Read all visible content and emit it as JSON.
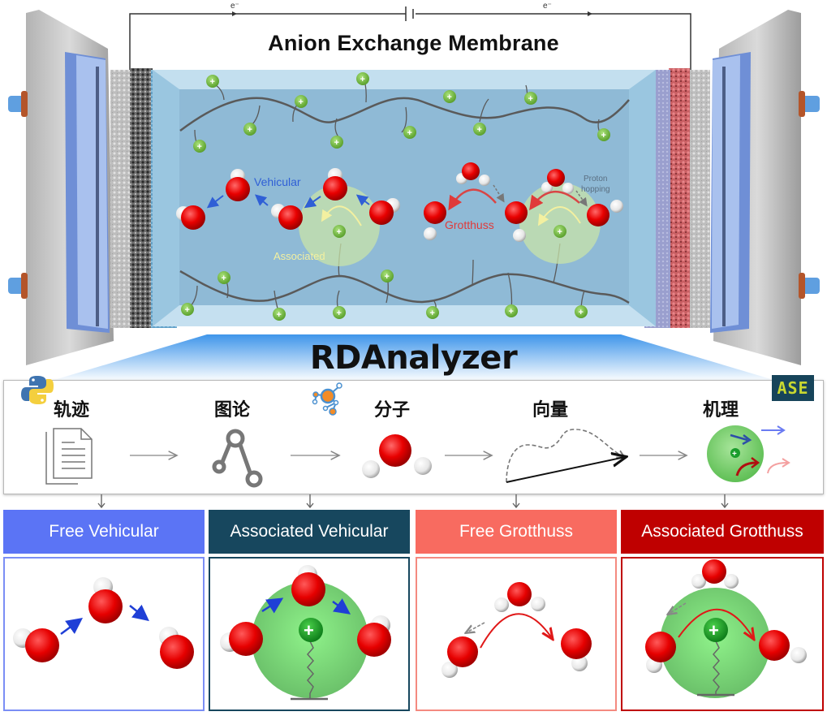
{
  "diagram": {
    "circuit": {
      "left_electron_label": "e⁻",
      "right_electron_label": "e⁻",
      "battery_icon": "battery-icon"
    },
    "membrane": {
      "title": "Anion Exchange Membrane",
      "labels": {
        "vehicular": "Vehicular",
        "associated": "Associated",
        "grotthuss": "Grotthuss",
        "proton_hopping_line1": "Proton",
        "proton_hopping_line2": "hopping"
      },
      "colors": {
        "membrane_fill": "#8fbad6",
        "vehicular_text": "#2f5fd6",
        "associated_text": "#f3f0a0",
        "grotthuss_text": "#e03a3a",
        "proton_hopping_text": "#5a6f82",
        "cation_group": "#7cc242"
      }
    },
    "tool_name": "RDAnalyzer",
    "pipeline": {
      "steps": [
        {
          "label": "轨迹",
          "icon": "document-icon"
        },
        {
          "label": "图论",
          "icon": "graph-icon"
        },
        {
          "label": "分子",
          "icon": "water-molecule-icon"
        },
        {
          "label": "向量",
          "icon": "vector-path-icon"
        },
        {
          "label": "机理",
          "icon": "mechanism-sphere-icon"
        }
      ],
      "logos": {
        "python": "python-logo-icon",
        "networkx": "network-logo-icon",
        "ase": "ASE"
      }
    },
    "mechanisms": [
      {
        "title": "Free Vehicular",
        "header_color": "#5b74f5",
        "border_color": "#7b8ef5"
      },
      {
        "title": "Associated Vehicular",
        "header_color": "#17475e",
        "border_color": "#17475e"
      },
      {
        "title": "Free Grotthuss",
        "header_color": "#f86b60",
        "border_color": "#f48a80"
      },
      {
        "title": "Associated Grotthuss",
        "header_color": "#bf0000",
        "border_color": "#bf0000"
      }
    ]
  }
}
